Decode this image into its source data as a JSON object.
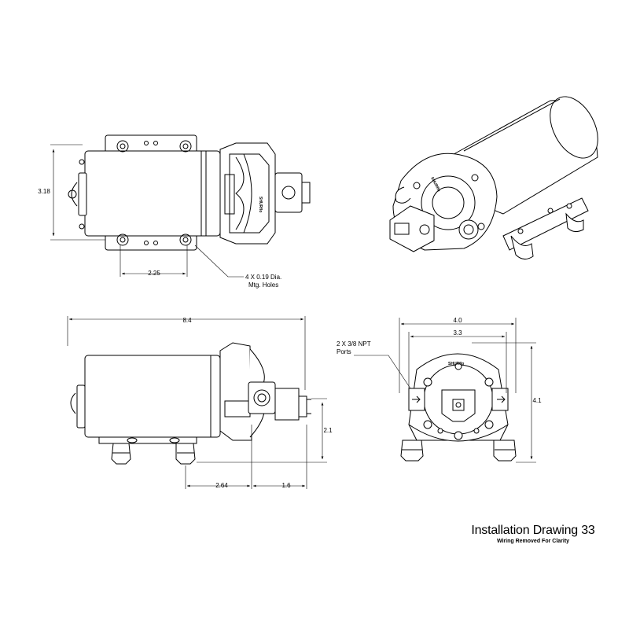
{
  "title": "Installation Drawing 33",
  "subtitle": "Wiring Removed For Clarity",
  "brand": "SHURflo",
  "top_view": {
    "height_dim": "3.18",
    "hole_spacing_dim": "2.25",
    "hole_note_line1": "4 X 0.19 Dia.",
    "hole_note_line2": "Mtg. Holes"
  },
  "side_view": {
    "length_dim": "8.4",
    "port_height_dim": "2.1",
    "foot_to_port_dim": "2.64",
    "port_to_end_dim": "1.6"
  },
  "end_view": {
    "width_dim": "4.0",
    "foot_width_dim": "3.3",
    "height_dim": "4.1",
    "port_note_line1": "2 X 3/8 NPT",
    "port_note_line2": "Ports"
  }
}
